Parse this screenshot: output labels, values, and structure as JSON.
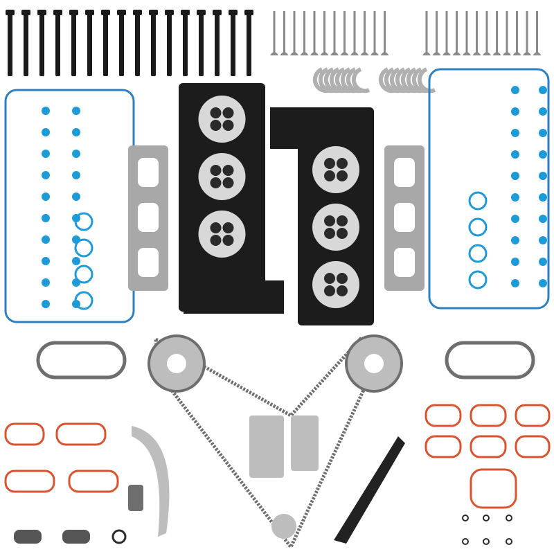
{
  "colors": {
    "background": "#ffffff",
    "bolt": "#1a1a1a",
    "valve": "#8a8a8a",
    "bearing": "#b0b0b0",
    "head_gasket": "#1c1c1c",
    "head_gasket_ring": "#d8d8d8",
    "valve_seal": "#2a2a2a",
    "cover_gasket": "#2e7fc0",
    "blue_seal": "#1e9ad6",
    "exhaust_gasket": "#a8a8a8",
    "orange_gasket": "#d9532f",
    "chain": "#6e6e6e",
    "gear": "#bdbdbd",
    "guide_black": "#222222",
    "o_ring": "#2a2a2a"
  },
  "counts": {
    "head_bolts": 16,
    "valves": 24,
    "blue_seal_pairs": 10
  }
}
